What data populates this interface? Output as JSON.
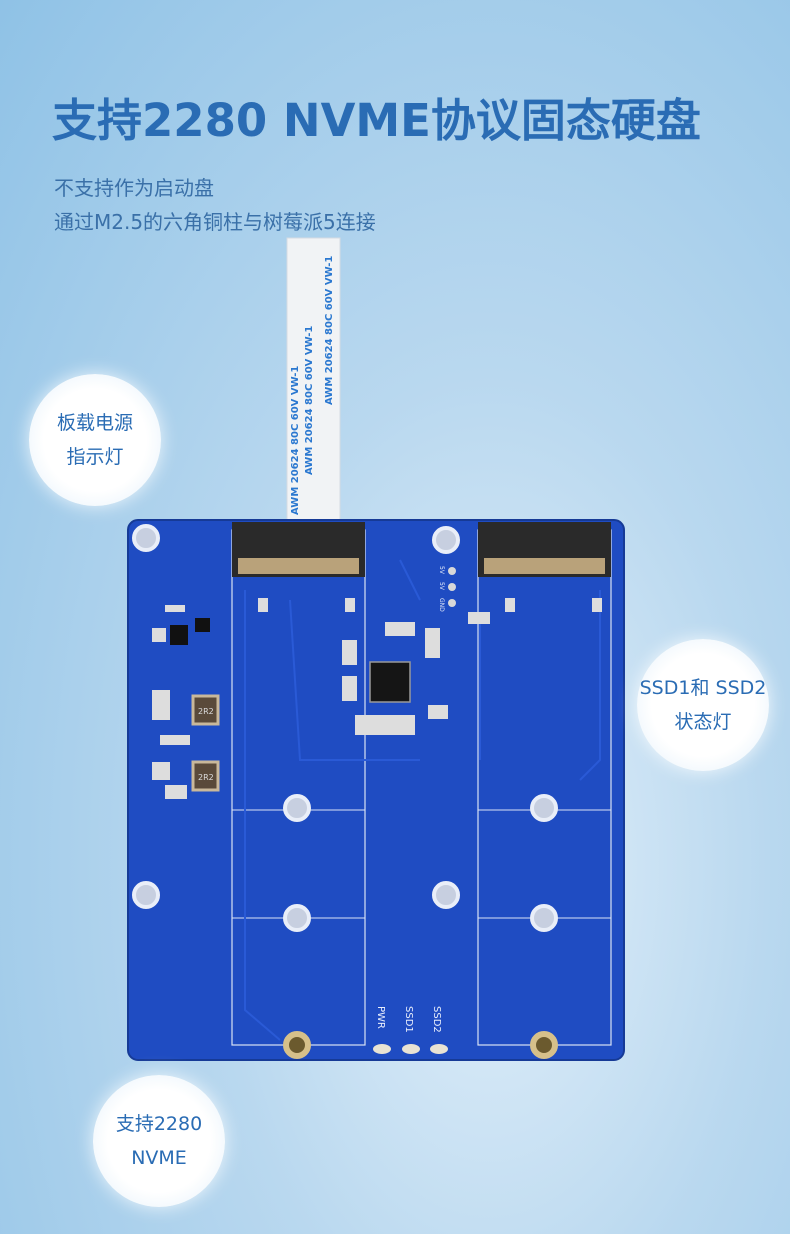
{
  "header": {
    "title": "支持2280 NVME协议固态硬盘",
    "subtitle_1": "不支持作为启动盘",
    "subtitle_2": "通过M2.5的六角铜柱与树莓派5连接"
  },
  "callouts": {
    "power_led": {
      "line_1": "板载电源",
      "line_2": "指示灯"
    },
    "ssd_led": {
      "line_1": "SSD1和 SSD2",
      "line_2": "状态灯"
    },
    "nvme": {
      "line_1": "支持2280",
      "line_2": "NVME"
    }
  },
  "ribbon_cable": {
    "print": "AWM 20624 80C 60V VW-1"
  },
  "board": {
    "silk_pwr": "PWR",
    "silk_ssd1": "SSD1",
    "silk_ssd2": "SSD2",
    "inductor_label": "2R2",
    "header_pins": [
      "5V",
      "5V",
      "GND"
    ],
    "colors": {
      "pcb": "#1f4cc2",
      "title": "#2a6cb4"
    }
  }
}
